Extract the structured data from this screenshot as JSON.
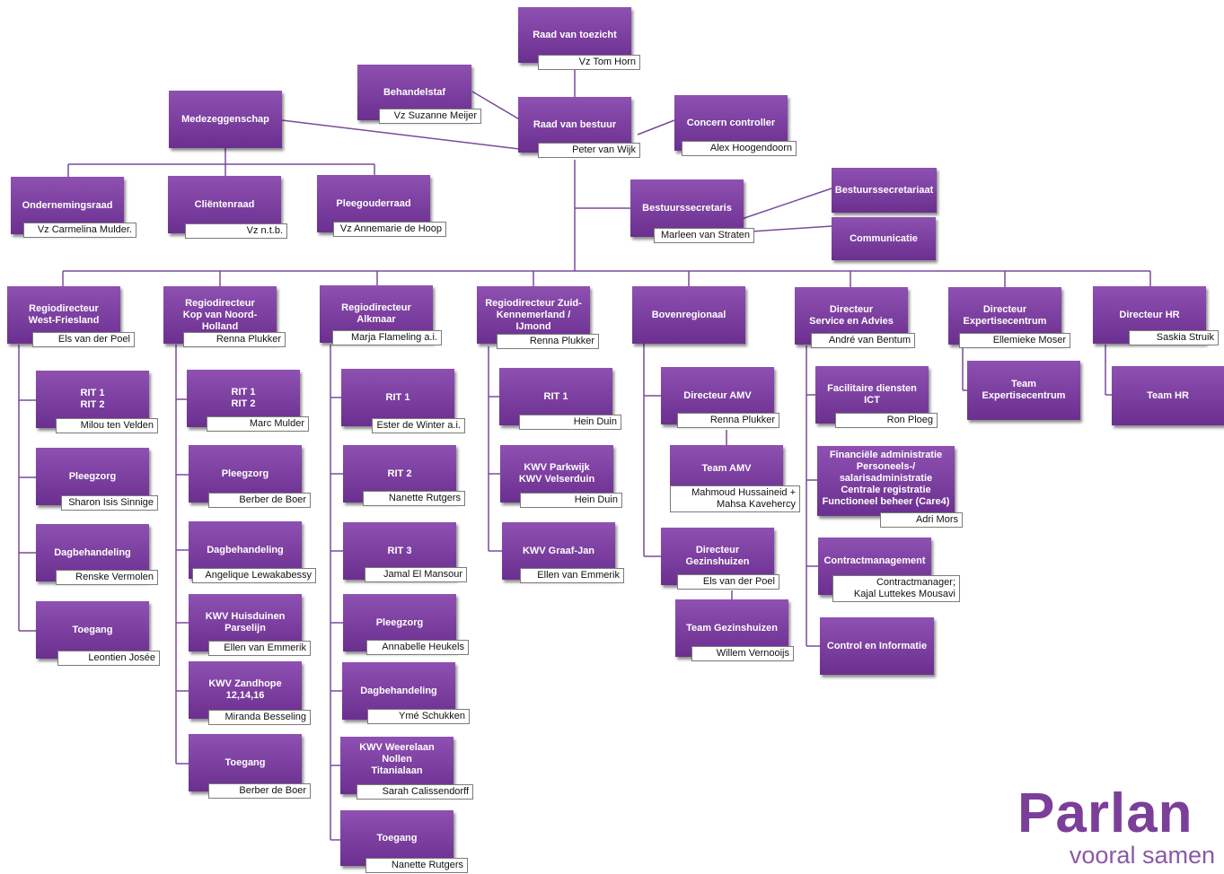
{
  "colors": {
    "box": "#6b2f8f",
    "line": "#7a4a9a",
    "brand": "#7b3f9a"
  },
  "top": {
    "toezicht": {
      "title": "Raad van toezicht",
      "person": "Vz Tom Horn"
    },
    "bestuur": {
      "title": "Raad van bestuur",
      "person": "Peter van Wijk"
    },
    "behandelstaf": {
      "title": "Behandelstaf",
      "person": "Vz Suzanne Meijer"
    },
    "medezeggenschap": {
      "title": "Medezeggenschap"
    },
    "controller": {
      "title": "Concern controller",
      "person": "Alex Hoogendoorn"
    },
    "or": {
      "title": "Ondernemingsraad",
      "person": "Vz Carmelina Mulder."
    },
    "clientenraad": {
      "title": "Cliëntenraad",
      "person": "Vz n.t.b."
    },
    "pleegouderraad": {
      "title": "Pleegouderraad",
      "person": "Vz Annemarie de Hoop"
    },
    "secretaris": {
      "title": "Bestuurssecretaris",
      "person": "Marleen van Straten"
    },
    "secretariaat": {
      "title": "Bestuurssecretariaat"
    },
    "communicatie": {
      "title": "Communicatie"
    }
  },
  "directors": [
    {
      "title": "Regiodirecteur\nWest-Friesland",
      "person": "Els van der Poel"
    },
    {
      "title": "Regiodirecteur\nKop van Noord-Holland",
      "person": "Renna Plukker"
    },
    {
      "title": "Regiodirecteur\nAlkmaar",
      "person": "Marja Flameling a.i."
    },
    {
      "title": "Regiodirecteur Zuid-\nKennemerland /\nIJmond",
      "person": "Renna Plukker"
    },
    {
      "title": "Bovenregionaal"
    },
    {
      "title": "Directeur\nService en Advies",
      "person": "André van Bentum"
    },
    {
      "title": "Directeur\nExpertisecentrum",
      "person": "Ellemieke Moser"
    },
    {
      "title": "Directeur HR",
      "person": "Saskia Struik"
    }
  ],
  "units": {
    "wf": [
      {
        "title": "RIT 1\nRIT 2",
        "person": "Milou ten Velden"
      },
      {
        "title": "Pleegzorg",
        "person": "Sharon Isis Sinnige"
      },
      {
        "title": "Dagbehandeling",
        "person": "Renske Vermolen"
      },
      {
        "title": "Toegang",
        "person": "Leontien Josée"
      }
    ],
    "kop": [
      {
        "title": "RIT 1\nRIT 2",
        "person": "Marc Mulder"
      },
      {
        "title": "Pleegzorg",
        "person": "Berber de Boer"
      },
      {
        "title": "Dagbehandeling",
        "person": "Angelique Lewakabessy"
      },
      {
        "title": "KWV Huisduinen\nParselijn",
        "person": "Ellen van Emmerik"
      },
      {
        "title": "KWV Zandhope 12,14,16",
        "person": "Miranda Besseling"
      },
      {
        "title": "Toegang",
        "person": "Berber de Boer"
      }
    ],
    "alk": [
      {
        "title": "RIT 1",
        "person": "Ester de Winter a.i."
      },
      {
        "title": "RIT 2",
        "person": "Nanette Rutgers"
      },
      {
        "title": "RIT 3",
        "person": "Jamal El Mansour"
      },
      {
        "title": "Pleegzorg",
        "person": "Annabelle Heukels"
      },
      {
        "title": "Dagbehandeling",
        "person": "Ymé Schukken"
      },
      {
        "title": "KWV Weerelaan\nNollen\nTitanialaan",
        "person": "Sarah Calissendorff"
      },
      {
        "title": "Toegang",
        "person": "Nanette Rutgers"
      }
    ],
    "zk": [
      {
        "title": "RIT 1",
        "person": "Hein Duin"
      },
      {
        "title": "KWV Parkwijk\nKWV Velserduin",
        "person": "Hein Duin"
      },
      {
        "title": "KWV Graaf-Jan",
        "person": "Ellen van Emmerik"
      }
    ],
    "bov": [
      {
        "title": "Directeur AMV",
        "person": "Renna Plukker"
      },
      {
        "title": "Team AMV",
        "person": "Mahmoud Hussaineid  +\nMahsa Kavehercy"
      },
      {
        "title": "Directeur Gezinshuizen",
        "person": "Els van der Poel"
      },
      {
        "title": "Team Gezinshuizen",
        "person": "Willem Vernooijs"
      }
    ],
    "sa": [
      {
        "title": "Facilitaire diensten\nICT",
        "person": "Ron Ploeg"
      },
      {
        "title": "Financiële administratie\nPersoneels-/\nsalarisadministratie\nCentrale registratie\nFunctioneel beheer (Care4)",
        "person": "Adri Mors"
      },
      {
        "title": "Contractmanagement",
        "person": "Contractmanager;\nKajal Luttekes Mousavi"
      },
      {
        "title": "Control en Informatie"
      }
    ],
    "exp": [
      {
        "title": "Team\nExpertisecentrum"
      }
    ],
    "hr": [
      {
        "title": "Team HR"
      }
    ]
  },
  "brand": {
    "name": "Parlan",
    "tagline": "vooral samen"
  }
}
